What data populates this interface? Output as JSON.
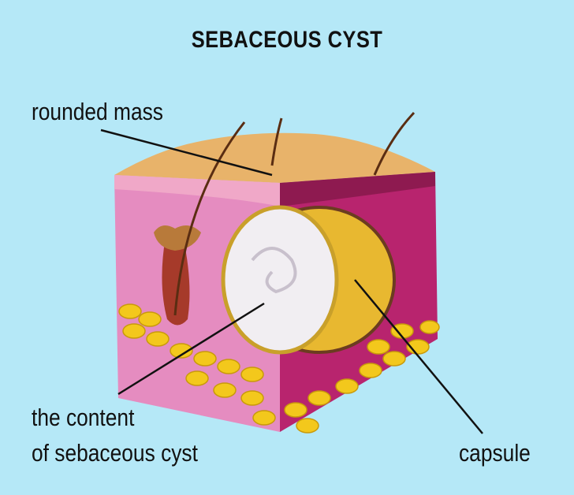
{
  "title": "SEBACEOUS CYST",
  "labels": {
    "rounded_mass": "rounded mass",
    "content_line1": "the content",
    "content_line2": "of sebaceous cyst",
    "capsule": "capsule"
  },
  "colors": {
    "background": "#b5e8f7",
    "skin_top": "#e8b36a",
    "dermis_left": "#e58cc0",
    "dermis_right": "#b8246e",
    "fat": "#f3c81c",
    "cyst": "#f1eef2",
    "capsule": "#e8b830"
  }
}
